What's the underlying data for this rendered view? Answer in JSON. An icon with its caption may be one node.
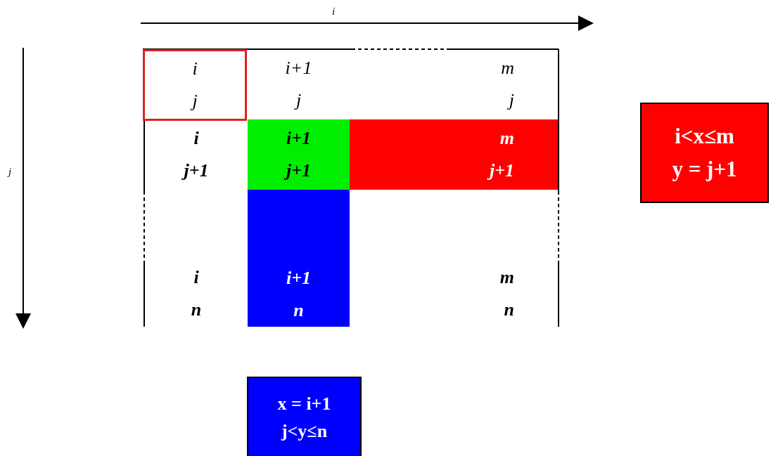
{
  "diagram": {
    "nodes": [
      {
        "text": [
          "i",
          "j"
        ]
      },
      {
        "text": [
          "i+1",
          "j"
        ]
      },
      {
        "text": [
          "m",
          "j"
        ]
      },
      {
        "text": [
          "i",
          "j+1"
        ]
      },
      {
        "text": [
          "i+1",
          "j+1"
        ]
      },
      {
        "text": [
          "m",
          "j+1"
        ]
      },
      {
        "text": [
          "i",
          "n"
        ]
      },
      {
        "text": [
          "i+1",
          "n"
        ]
      },
      {
        "text": [
          "m",
          "n"
        ]
      },
      {
        "text": [
          "i<x≤m",
          "y = j+1"
        ]
      },
      {
        "text": [
          "x = i+1",
          "j<y≤n"
        ]
      }
    ],
    "edges": [],
    "labels": [
      "i",
      "j"
    ]
  }
}
